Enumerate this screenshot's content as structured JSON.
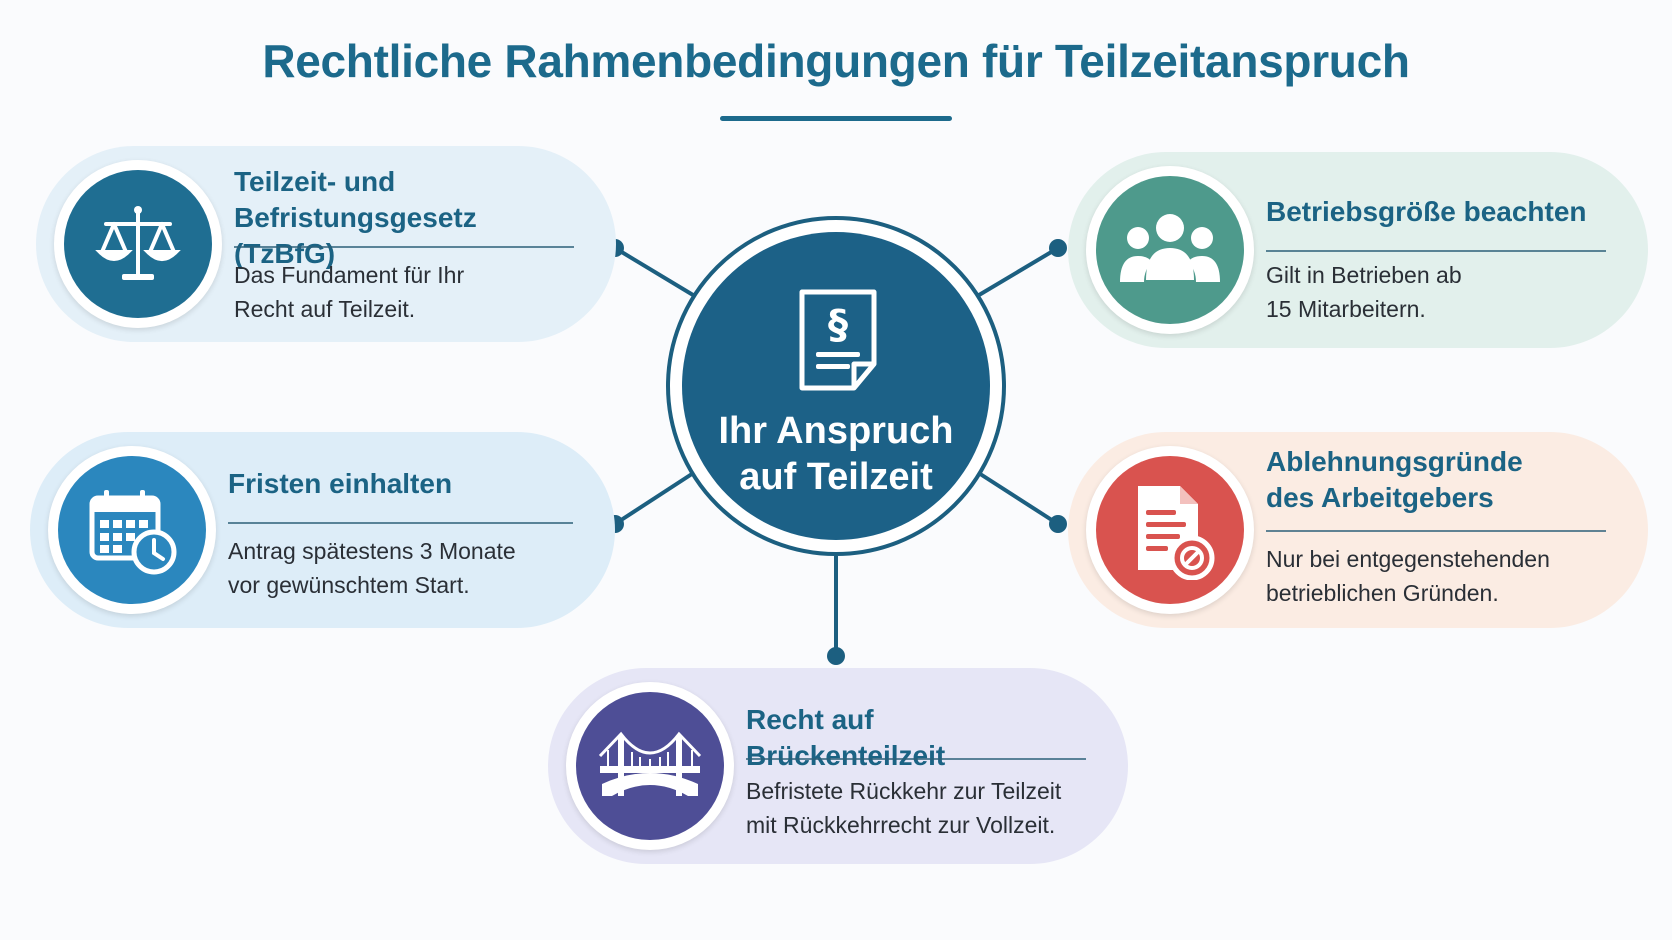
{
  "title": "Rechtliche Rahmenbedingungen für Teilzeitanspruch",
  "center": {
    "label_line1": "Ihr Anspruch",
    "label_line2": "auf Teilzeit",
    "icon": "paragraph-document-icon"
  },
  "cards": {
    "tzbfg": {
      "icon": "scales-of-justice-icon",
      "heading_line1": "Teilzeit- und",
      "heading_line2": "Befristungsgesetz (TzBfG)",
      "desc_line1": "Das Fundament für Ihr",
      "desc_line2": "Recht auf Teilzeit."
    },
    "fristen": {
      "icon": "calendar-clock-icon",
      "heading": "Fristen einhalten",
      "desc_line1": "Antrag spätestens 3 Monate",
      "desc_line2": "vor gewünschtem Start."
    },
    "betrieb": {
      "icon": "people-group-icon",
      "heading": "Betriebsgröße beachten",
      "desc_line1": "Gilt in Betrieben ab",
      "desc_line2": "15 Mitarbeitern."
    },
    "ablehnung": {
      "icon": "document-denied-icon",
      "heading_line1": "Ablehnungsgründe",
      "heading_line2": "des Arbeitgebers",
      "desc_line1": "Nur bei entgegenstehenden",
      "desc_line2": "betrieblichen Gründen."
    },
    "brueckenteilzeit": {
      "icon": "bridge-icon",
      "heading": "Recht auf Brückenteilzeit",
      "desc_line1": "Befristete Rückkehr zur Teilzeit",
      "desc_line2": "mit Rückkehrrecht zur Vollzeit."
    }
  },
  "colors": {
    "title": "#1c6a8c",
    "center": "#1c6187",
    "tzbfg_icon": "#1f6e92",
    "fristen_icon": "#2b87be",
    "betrieb_icon": "#4e9a8c",
    "ablehnung_icon": "#d9534f",
    "bruecke_icon": "#4e4e96"
  }
}
